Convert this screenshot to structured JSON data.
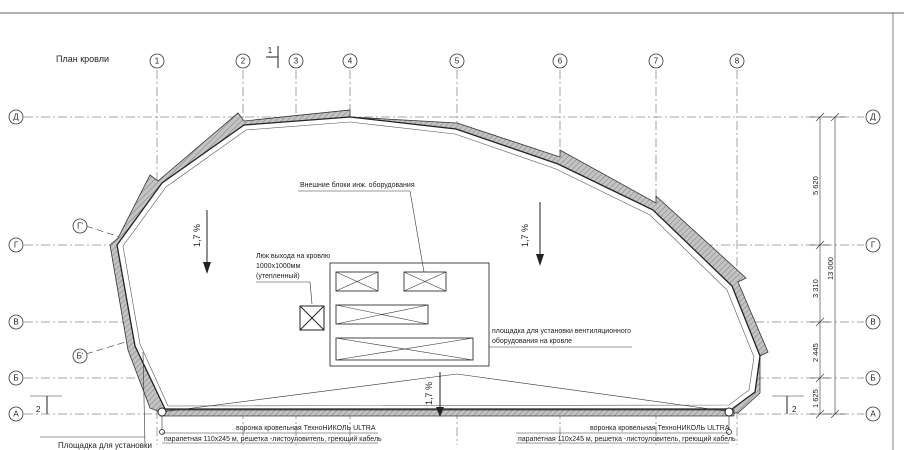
{
  "drawing": {
    "title": "План кровли",
    "section_marker": "1",
    "colors": {
      "line": "#222222",
      "axis": "#8a8a8a",
      "hatch": "#9a9a9a",
      "paper": "#ffffff"
    }
  },
  "axes": {
    "vertical": [
      "1",
      "2",
      "3",
      "4",
      "5",
      "6",
      "7",
      "8"
    ],
    "horizontal": [
      "Д",
      "Г",
      "В",
      "Б",
      "А"
    ],
    "intermediate": [
      "Г'",
      "Б'"
    ]
  },
  "dimensions": {
    "overall": "13 000",
    "segments": [
      "5 620",
      "3 310",
      "2 445",
      "1 625"
    ]
  },
  "slopes": [
    "1,7 %",
    "1,7 %",
    "1,7 %"
  ],
  "annotations": {
    "outdoor_units": "Внешние блоки инж. оборудования",
    "hatch_line1": "Люк выхода на кровлю",
    "hatch_line2": "1000х1000мм",
    "hatch_line3": "(утепленный)",
    "vent_platform_line1": "площадка для установки вентиляционного",
    "vent_platform_line2": "оборудования на кровле",
    "drain_left_line1": "воронка кровельная ТехноНИКОЛЬ ULTRA",
    "drain_left_line2": "парапетная 110х245 м, решетка -листоуловитель, греющий кабель",
    "drain_right_line1": "воронка кровельная ТехноНИКОЛЬ ULTRA",
    "drain_right_line2": "парапетная 110х245 м, решетка -листоуловитель, греющий кабель",
    "platform_cut": "Площадка для установки"
  },
  "level_marks": [
    "2",
    "2"
  ]
}
